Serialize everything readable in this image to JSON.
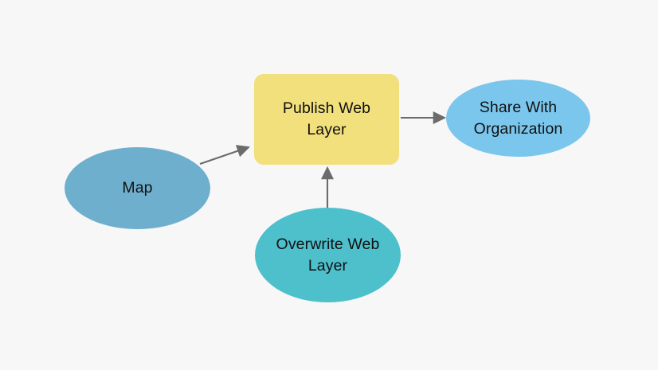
{
  "diagram": {
    "type": "workflow-flowchart",
    "background_color": "#f7f7f7",
    "edge_color": "#6b6b6b",
    "nodes": [
      {
        "id": "map",
        "label": "Map",
        "shape": "ellipse",
        "fill": "#6fafce"
      },
      {
        "id": "publish",
        "label": "Publish Web\nLayer",
        "shape": "rounded-rectangle",
        "fill": "#f1e07c"
      },
      {
        "id": "share",
        "label": "Share With\nOrganization",
        "shape": "ellipse",
        "fill": "#7bc6ec"
      },
      {
        "id": "overwrite",
        "label": "Overwrite Web\nLayer",
        "shape": "ellipse",
        "fill": "#4dc0cc"
      }
    ],
    "edges": [
      {
        "id": "map-to-publish",
        "from": "Map",
        "to": "Publish Web Layer"
      },
      {
        "id": "publish-to-share",
        "from": "Publish Web Layer",
        "to": "Share With Organization"
      },
      {
        "id": "overwrite-to-publish",
        "from": "Overwrite Web Layer",
        "to": "Publish Web Layer"
      }
    ]
  }
}
